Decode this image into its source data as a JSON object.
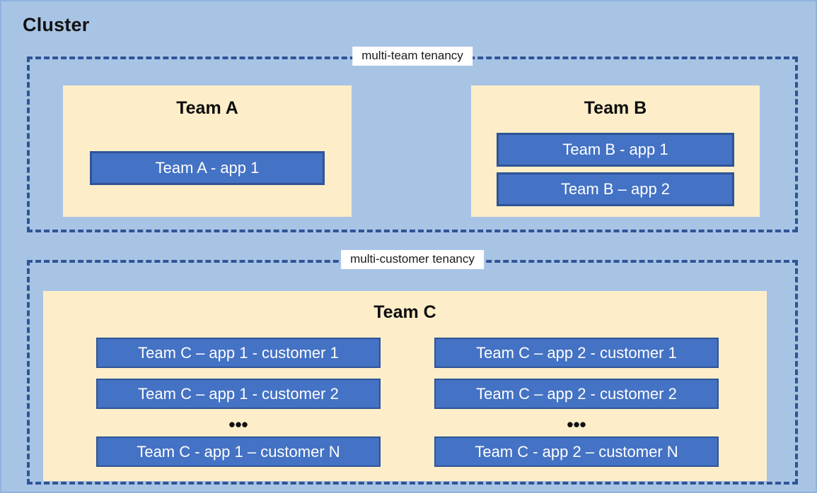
{
  "diagram": {
    "title": "Cluster",
    "colors": {
      "background": "#a8c4e5",
      "outer_border": "#8fb3dd",
      "team_panel": "#fdeec9",
      "app_fill": "#4472c4",
      "app_border": "#2f5496",
      "dashed_border": "#2f5496",
      "label_background": "#ffffff",
      "title_text": "#111111",
      "app_text": "#ffffff"
    }
  },
  "zones": {
    "multi_team": {
      "label": "multi-team tenancy",
      "teams": [
        {
          "name": "Team A",
          "apps": [
            {
              "label": "Team A - app 1"
            }
          ]
        },
        {
          "name": "Team B",
          "apps": [
            {
              "label": "Team B - app 1"
            },
            {
              "label": "Team B – app 2"
            }
          ]
        }
      ]
    },
    "multi_customer": {
      "label": "multi-customer tenancy",
      "teams": [
        {
          "name": "Team C",
          "columns": [
            {
              "app": "app 1",
              "items": [
                {
                  "label": "Team C – app 1 - customer 1"
                },
                {
                  "label": "Team C – app 1 - customer 2"
                },
                {
                  "label": "Team C - app 1 – customer N"
                }
              ],
              "ellipsis": "•••"
            },
            {
              "app": "app 2",
              "items": [
                {
                  "label": "Team C – app 2 - customer 1"
                },
                {
                  "label": "Team C – app 2 - customer 2"
                },
                {
                  "label": "Team C - app 2 – customer N"
                }
              ],
              "ellipsis": "•••"
            }
          ]
        }
      ]
    }
  }
}
